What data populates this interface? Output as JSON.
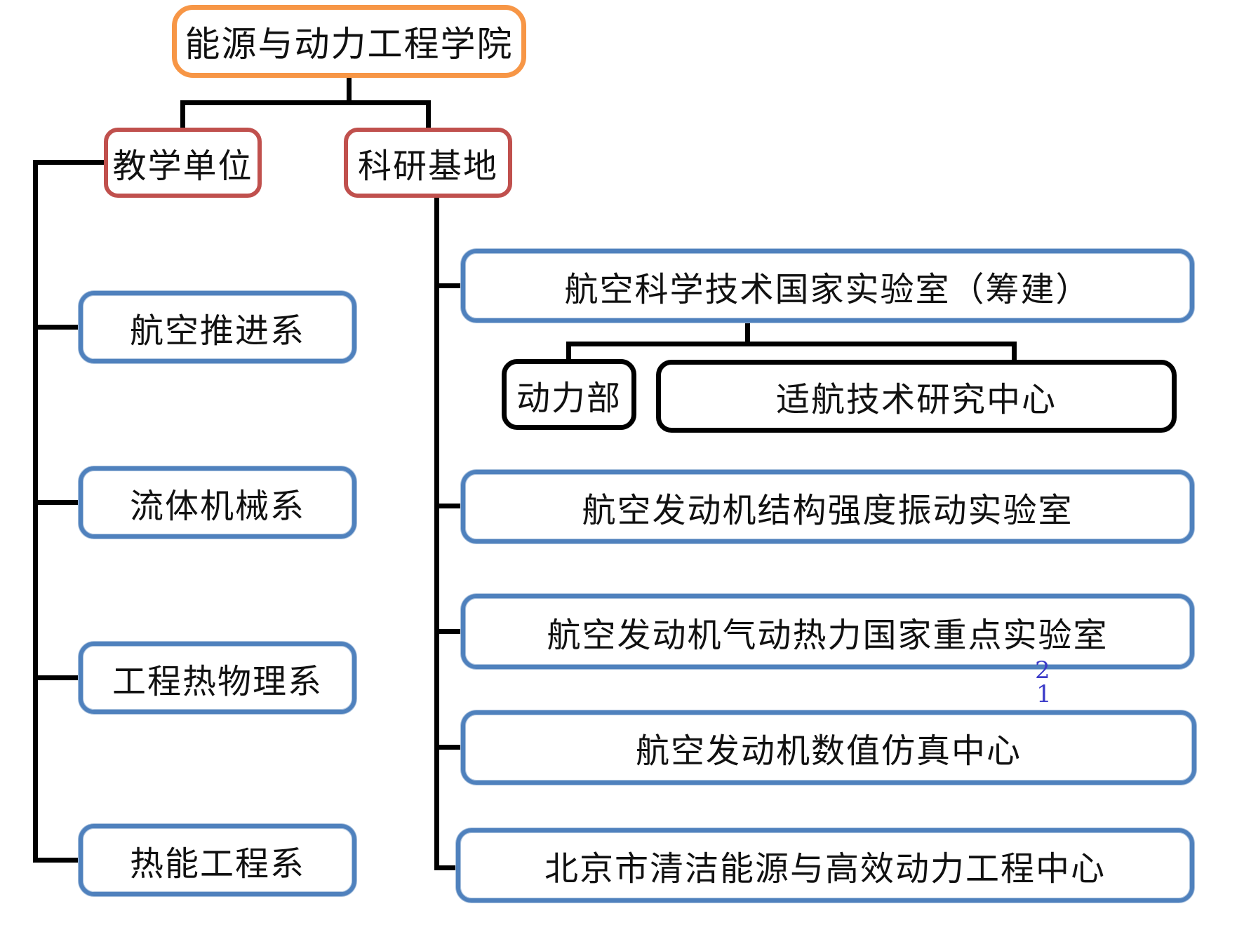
{
  "title": "能源与动力工程学院组织结构图",
  "colors": {
    "root_border": "#F79646",
    "level2_border": "#C0504D",
    "unit_border": "#4F81BD",
    "sub_border": "#000000",
    "connector": "#000000",
    "page_number": "#3b3bc8"
  },
  "nodes": {
    "root": "能源与动力工程学院",
    "teaching": "教学单位",
    "research": "科研基地",
    "dept1": "航空推进系",
    "dept2": "流体机械系",
    "dept3": "工程热物理系",
    "dept4": "热能工程系",
    "lab1": "航空科学技术国家实验室（筹建）",
    "lab1a": "动力部",
    "lab1b": "适航技术研究中心",
    "lab2": "航空发动机结构强度振动实验室",
    "lab3": "航空发动机气动热力国家重点实验室",
    "lab4": "航空发动机数值仿真中心",
    "lab5": "北京市清洁能源与高效动力工程中心"
  },
  "structure": {
    "root_children": [
      "teaching",
      "research"
    ],
    "teaching_children": [
      "dept1",
      "dept2",
      "dept3",
      "dept4"
    ],
    "research_children": [
      "lab1",
      "lab2",
      "lab3",
      "lab4",
      "lab5"
    ],
    "lab1_children": [
      "lab1a",
      "lab1b"
    ]
  },
  "annotations": {
    "page_number_top": "2",
    "page_number_bottom": "1"
  }
}
